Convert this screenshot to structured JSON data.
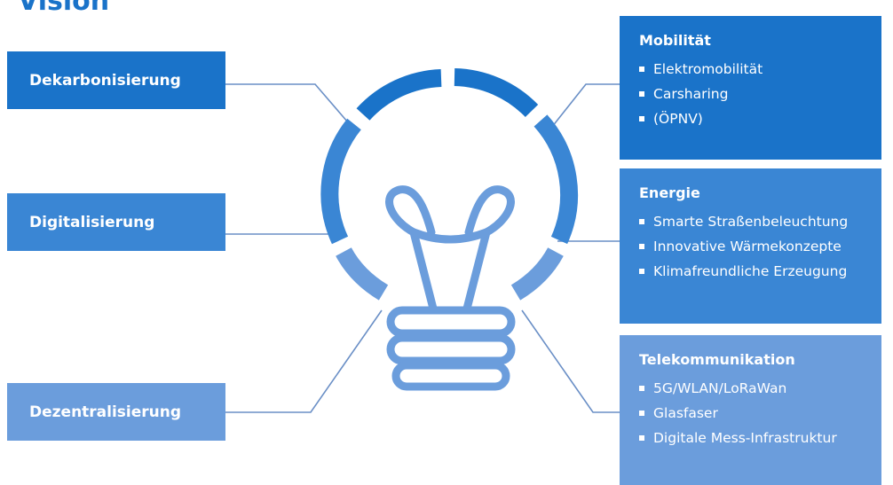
{
  "heading": "Vision",
  "left_items": [
    {
      "label": "Dekarbonisierung",
      "color": "#1a73c9"
    },
    {
      "label": "Digitalisierung",
      "color": "#3a86d4"
    },
    {
      "label": "Dezentralisierung",
      "color": "#6b9ddc"
    }
  ],
  "right_boxes": [
    {
      "title": "Mobilität",
      "color": "#1a73c9",
      "items": [
        "Elektromobilität",
        "Carsharing",
        "(ÖPNV)"
      ]
    },
    {
      "title": "Energie",
      "color": "#3a86d4",
      "items": [
        "Smarte Straßenbeleuchtung",
        "Innovative Wärmekonzepte",
        "Klimafreundliche Erzeugung"
      ]
    },
    {
      "title": "Telekommunikation",
      "color": "#6b9ddc",
      "items": [
        "5G/WLAN/LoRaWan",
        "Glasfaser",
        "Digitale Mess-Infrastruktur"
      ]
    }
  ],
  "colors": {
    "primary": "#1a73c9",
    "mid": "#3a86d4",
    "light": "#6b9ddc",
    "connector": "#6a8fc6"
  }
}
